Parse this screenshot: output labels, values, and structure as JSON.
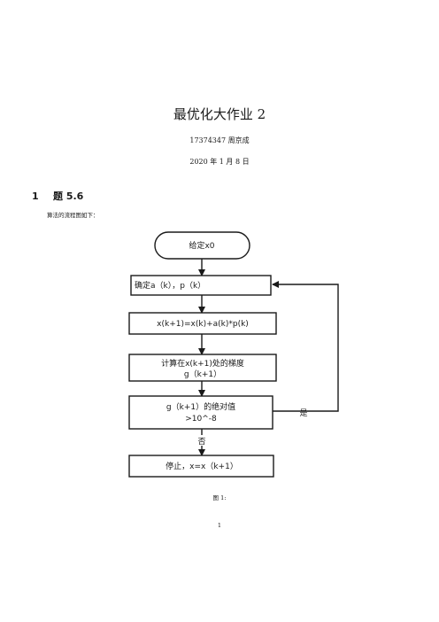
{
  "title": "最优化大作业 2",
  "author": "17374347 周京成",
  "date": "2020 年 1 月 8 日",
  "section": {
    "number": "1",
    "title": "题 5.6"
  },
  "intro": "算法的流程图如下：",
  "flowchart": {
    "start": "给定x0",
    "step1": "确定a（k），p（k）",
    "step2": "x(k+1)=x(k)+a(k)*p(k)",
    "step3_line1": "计算在x(k+1)处的梯度",
    "step3_line2": "g（k+1）",
    "decision_line1": "g（k+1）的绝对值",
    "decision_line2": ">10^-8",
    "yes": "是",
    "no": "否",
    "end": "停止，x=x（k+1）"
  },
  "caption": "图 1:",
  "page_number": "1"
}
